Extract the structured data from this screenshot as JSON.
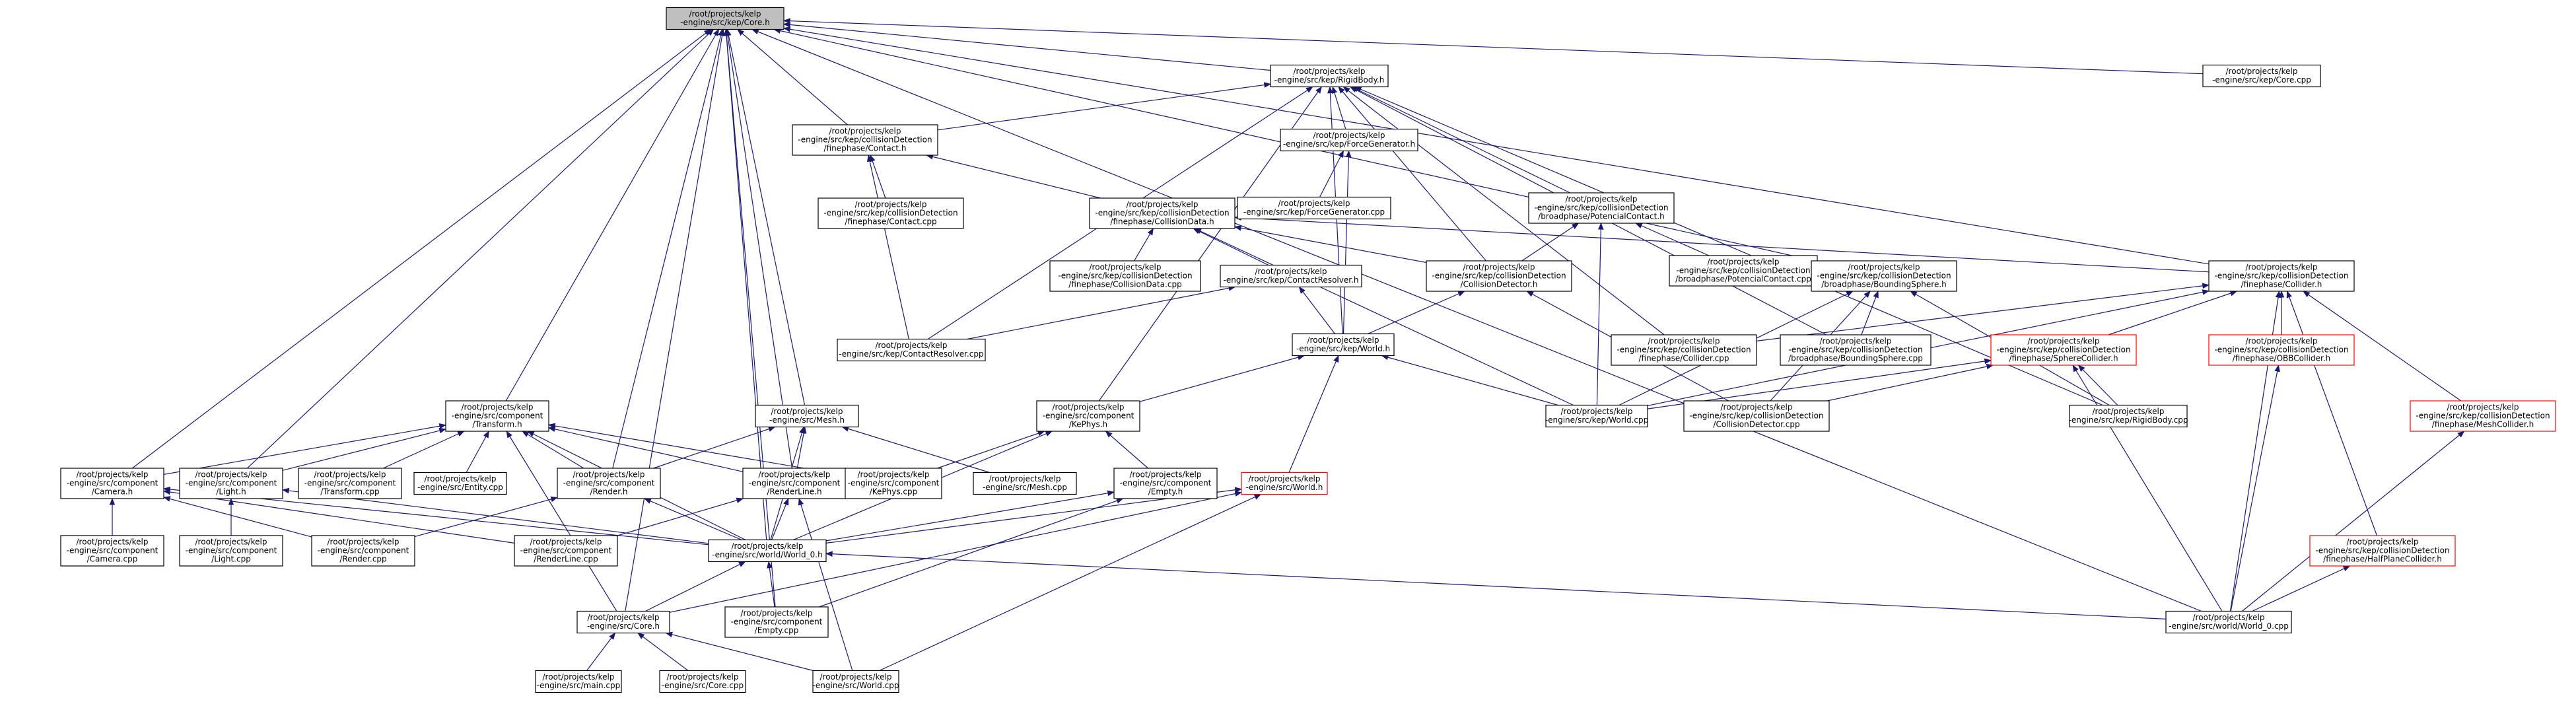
{
  "nodes": [
    {
      "id": "core_h",
      "lines": [
        "/root/projects/kelp",
        "-engine/src/kep/Core.h"
      ],
      "style": "focus"
    },
    {
      "id": "rigidbody_h",
      "lines": [
        "/root/projects/kelp",
        "-engine/src/kep/RigidBody.h"
      ],
      "style": "normal"
    },
    {
      "id": "kep_core_cpp",
      "lines": [
        "/root/projects/kelp",
        "-engine/src/kep/Core.cpp"
      ],
      "style": "normal"
    },
    {
      "id": "contact_h",
      "lines": [
        "/root/projects/kelp",
        "-engine/src/kep/collisionDetection",
        "/finephase/Contact.h"
      ],
      "style": "normal"
    },
    {
      "id": "forcegen_h",
      "lines": [
        "/root/projects/kelp",
        "-engine/src/kep/ForceGenerator.h"
      ],
      "style": "normal"
    },
    {
      "id": "contact_cpp",
      "lines": [
        "/root/projects/kelp",
        "-engine/src/kep/collisionDetection",
        "/finephase/Contact.cpp"
      ],
      "style": "normal"
    },
    {
      "id": "forcegen_cpp",
      "lines": [
        "/root/projects/kelp",
        "-engine/src/kep/ForceGenerator.cpp"
      ],
      "style": "normal"
    },
    {
      "id": "potcontact_h",
      "lines": [
        "/root/projects/kelp",
        "-engine/src/kep/collisionDetection",
        "/broadphase/PotencialContact.h"
      ],
      "style": "normal"
    },
    {
      "id": "colldata_h",
      "lines": [
        "/root/projects/kelp",
        "-engine/src/kep/collisionDetection",
        "/finephase/CollisionData.h"
      ],
      "style": "normal"
    },
    {
      "id": "colldata_cpp",
      "lines": [
        "/root/projects/kelp",
        "-engine/src/kep/collisionDetection",
        "/finephase/CollisionData.cpp"
      ],
      "style": "normal"
    },
    {
      "id": "contactresolver_h",
      "lines": [
        "/root/projects/kelp",
        "-engine/src/kep/ContactResolver.h"
      ],
      "style": "normal"
    },
    {
      "id": "colldetector_h",
      "lines": [
        "/root/projects/kelp",
        "-engine/src/kep/collisionDetection",
        "/CollisionDetector.h"
      ],
      "style": "normal"
    },
    {
      "id": "potcontact_cpp",
      "lines": [
        "/root/projects/kelp",
        "-engine/src/kep/collisionDetection",
        "/broadphase/PotencialContact.cpp"
      ],
      "style": "normal"
    },
    {
      "id": "boundsphere_h",
      "lines": [
        "/root/projects/kelp",
        "-engine/src/kep/collisionDetection",
        "/broadphase/BoundingSphere.h"
      ],
      "style": "normal"
    },
    {
      "id": "collider_h",
      "lines": [
        "/root/projects/kelp",
        "-engine/src/kep/collisionDetection",
        "/finephase/Collider.h"
      ],
      "style": "normal"
    },
    {
      "id": "contactresolver_cpp",
      "lines": [
        "/root/projects/kelp",
        "-engine/src/kep/ContactResolver.cpp"
      ],
      "style": "normal"
    },
    {
      "id": "kep_world_h",
      "lines": [
        "/root/projects/kelp",
        "-engine/src/kep/World.h"
      ],
      "style": "normal"
    },
    {
      "id": "collider_cpp",
      "lines": [
        "/root/projects/kelp",
        "-engine/src/kep/collisionDetection",
        "/finephase/Collider.cpp"
      ],
      "style": "normal"
    },
    {
      "id": "boundsphere_cpp",
      "lines": [
        "/root/projects/kelp",
        "-engine/src/kep/collisionDetection",
        "/broadphase/BoundingSphere.cpp"
      ],
      "style": "normal"
    },
    {
      "id": "spherecollider_h",
      "lines": [
        "/root/projects/kelp",
        "-engine/src/kep/collisionDetection",
        "/finephase/SphereCollider.h"
      ],
      "style": "red"
    },
    {
      "id": "obbcollider_h",
      "lines": [
        "/root/projects/kelp",
        "-engine/src/kep/collisionDetection",
        "/finephase/OBBCollider.h"
      ],
      "style": "red"
    },
    {
      "id": "transform_h",
      "lines": [
        "/root/projects/kelp",
        "-engine/src/component",
        "/Transform.h"
      ],
      "style": "normal"
    },
    {
      "id": "mesh_h",
      "lines": [
        "/root/projects/kelp",
        "-engine/src/Mesh.h"
      ],
      "style": "normal"
    },
    {
      "id": "kephys_h",
      "lines": [
        "/root/projects/kelp",
        "-engine/src/component",
        "/KePhys.h"
      ],
      "style": "normal"
    },
    {
      "id": "kep_world_cpp",
      "lines": [
        "/root/projects/kelp",
        "-engine/src/kep/World.cpp"
      ],
      "style": "normal"
    },
    {
      "id": "colldetector_cpp",
      "lines": [
        "/root/projects/kelp",
        "-engine/src/kep/collisionDetection",
        "/CollisionDetector.cpp"
      ],
      "style": "normal"
    },
    {
      "id": "rigidbody_cpp",
      "lines": [
        "/root/projects/kelp",
        "-engine/src/kep/RigidBody.cpp"
      ],
      "style": "normal"
    },
    {
      "id": "meshcollider_h",
      "lines": [
        "/root/projects/kelp",
        "-engine/src/kep/collisionDetection",
        "/finephase/MeshCollider.h"
      ],
      "style": "red"
    },
    {
      "id": "camera_h",
      "lines": [
        "/root/projects/kelp",
        "-engine/src/component",
        "/Camera.h"
      ],
      "style": "normal"
    },
    {
      "id": "light_h",
      "lines": [
        "/root/projects/kelp",
        "-engine/src/component",
        "/Light.h"
      ],
      "style": "normal"
    },
    {
      "id": "transform_cpp",
      "lines": [
        "/root/projects/kelp",
        "-engine/src/component",
        "/Transform.cpp"
      ],
      "style": "normal"
    },
    {
      "id": "entity_cpp",
      "lines": [
        "/root/projects/kelp",
        "-engine/src/Entity.cpp"
      ],
      "style": "normal"
    },
    {
      "id": "render_h",
      "lines": [
        "/root/projects/kelp",
        "-engine/src/component",
        "/Render.h"
      ],
      "style": "normal"
    },
    {
      "id": "renderline_h",
      "lines": [
        "/root/projects/kelp",
        "-engine/src/component",
        "/RenderLine.h"
      ],
      "style": "normal"
    },
    {
      "id": "kephys_cpp",
      "lines": [
        "/root/projects/kelp",
        "-engine/src/component",
        "/KePhys.cpp"
      ],
      "style": "normal"
    },
    {
      "id": "mesh_cpp",
      "lines": [
        "/root/projects/kelp",
        "-engine/src/Mesh.cpp"
      ],
      "style": "normal"
    },
    {
      "id": "empty_h",
      "lines": [
        "/root/projects/kelp",
        "-engine/src/component",
        "/Empty.h"
      ],
      "style": "normal"
    },
    {
      "id": "world_h",
      "lines": [
        "/root/projects/kelp",
        "-engine/src/World.h"
      ],
      "style": "red"
    },
    {
      "id": "camera_cpp",
      "lines": [
        "/root/projects/kelp",
        "-engine/src/component",
        "/Camera.cpp"
      ],
      "style": "normal"
    },
    {
      "id": "light_cpp",
      "lines": [
        "/root/projects/kelp",
        "-engine/src/component",
        "/Light.cpp"
      ],
      "style": "normal"
    },
    {
      "id": "render_cpp",
      "lines": [
        "/root/projects/kelp",
        "-engine/src/component",
        "/Render.cpp"
      ],
      "style": "normal"
    },
    {
      "id": "renderline_cpp",
      "lines": [
        "/root/projects/kelp",
        "-engine/src/component",
        "/RenderLine.cpp"
      ],
      "style": "normal"
    },
    {
      "id": "world0_h",
      "lines": [
        "/root/projects/kelp",
        "-engine/src/world/World_0.h"
      ],
      "style": "normal"
    },
    {
      "id": "halfplane_h",
      "lines": [
        "/root/projects/kelp",
        "-engine/src/kep/collisionDetection",
        "/finephase/HalfPlaneCollider.h"
      ],
      "style": "red"
    },
    {
      "id": "src_core_h",
      "lines": [
        "/root/projects/kelp",
        "-engine/src/Core.h"
      ],
      "style": "normal"
    },
    {
      "id": "empty_cpp",
      "lines": [
        "/root/projects/kelp",
        "-engine/src/component",
        "/Empty.cpp"
      ],
      "style": "normal"
    },
    {
      "id": "world0_cpp",
      "lines": [
        "/root/projects/kelp",
        "-engine/src/world/World_0.cpp"
      ],
      "style": "normal"
    },
    {
      "id": "main_cpp",
      "lines": [
        "/root/projects/kelp",
        "-engine/src/main.cpp"
      ],
      "style": "normal"
    },
    {
      "id": "src_core_cpp",
      "lines": [
        "/root/projects/kelp",
        "-engine/src/Core.cpp"
      ],
      "style": "normal"
    },
    {
      "id": "world_cpp",
      "lines": [
        "/root/projects/kelp",
        "-engine/src/World.cpp"
      ],
      "style": "normal"
    }
  ],
  "edges": [
    [
      "rigidbody_h",
      "core_h"
    ],
    [
      "kep_core_cpp",
      "core_h"
    ],
    [
      "contact_h",
      "core_h"
    ],
    [
      "transform_h",
      "core_h"
    ],
    [
      "mesh_h",
      "core_h"
    ],
    [
      "camera_h",
      "core_h"
    ],
    [
      "light_h",
      "core_h"
    ],
    [
      "render_h",
      "core_h"
    ],
    [
      "renderline_h",
      "core_h"
    ],
    [
      "src_core_h",
      "core_h"
    ],
    [
      "empty_cpp",
      "core_h"
    ],
    [
      "world0_h",
      "core_h"
    ],
    [
      "boundsphere_h",
      "core_h"
    ],
    [
      "collider_h",
      "core_h"
    ],
    [
      "world0_cpp",
      "core_h"
    ],
    [
      "contact_h",
      "rigidbody_h"
    ],
    [
      "forcegen_h",
      "rigidbody_h"
    ],
    [
      "potcontact_h",
      "rigidbody_h"
    ],
    [
      "colldetector_h",
      "rigidbody_h"
    ],
    [
      "kephys_h",
      "rigidbody_h"
    ],
    [
      "kep_world_h",
      "rigidbody_h"
    ],
    [
      "contactresolver_cpp",
      "rigidbody_h"
    ],
    [
      "collider_cpp",
      "rigidbody_h"
    ],
    [
      "boundsphere_cpp",
      "rigidbody_h"
    ],
    [
      "rigidbody_cpp",
      "rigidbody_h"
    ],
    [
      "contact_cpp",
      "contact_h"
    ],
    [
      "colldata_h",
      "contact_h"
    ],
    [
      "contactresolver_cpp",
      "contact_h"
    ],
    [
      "forcegen_cpp",
      "forcegen_h"
    ],
    [
      "kep_world_h",
      "forcegen_h"
    ],
    [
      "colldetector_h",
      "potcontact_h"
    ],
    [
      "potcontact_cpp",
      "potcontact_h"
    ],
    [
      "kep_world_cpp",
      "potcontact_h"
    ],
    [
      "colldata_cpp",
      "colldata_h"
    ],
    [
      "contactresolver_h",
      "colldata_h"
    ],
    [
      "colldetector_h",
      "colldata_h"
    ],
    [
      "collider_h",
      "colldata_h"
    ],
    [
      "kep_world_cpp",
      "colldata_h"
    ],
    [
      "contactresolver_cpp",
      "contactresolver_h"
    ],
    [
      "kep_world_h",
      "contactresolver_h"
    ],
    [
      "kep_world_h",
      "colldetector_h"
    ],
    [
      "colldetector_cpp",
      "colldetector_h"
    ],
    [
      "boundsphere_cpp",
      "boundsphere_h"
    ],
    [
      "colldetector_cpp",
      "boundsphere_h"
    ],
    [
      "kep_world_cpp",
      "boundsphere_h"
    ],
    [
      "rigidbody_cpp",
      "boundsphere_h"
    ],
    [
      "collider_cpp",
      "collider_h"
    ],
    [
      "spherecollider_h",
      "collider_h"
    ],
    [
      "obbcollider_h",
      "collider_h"
    ],
    [
      "meshcollider_h",
      "collider_h"
    ],
    [
      "halfplane_h",
      "collider_h"
    ],
    [
      "world0_cpp",
      "collider_h"
    ],
    [
      "kep_world_cpp",
      "collider_h"
    ],
    [
      "kephys_h",
      "kep_world_h"
    ],
    [
      "world_h",
      "kep_world_h"
    ],
    [
      "kep_world_cpp",
      "kep_world_h"
    ],
    [
      "colldetector_cpp",
      "spherecollider_h"
    ],
    [
      "rigidbody_cpp",
      "spherecollider_h"
    ],
    [
      "world0_cpp",
      "spherecollider_h"
    ],
    [
      "kep_world_cpp",
      "spherecollider_h"
    ],
    [
      "world0_cpp",
      "obbcollider_h"
    ],
    [
      "world0_cpp",
      "meshcollider_h"
    ],
    [
      "world0_cpp",
      "halfplane_h"
    ],
    [
      "camera_h",
      "transform_h"
    ],
    [
      "light_h",
      "transform_h"
    ],
    [
      "transform_cpp",
      "transform_h"
    ],
    [
      "entity_cpp",
      "transform_h"
    ],
    [
      "render_h",
      "transform_h"
    ],
    [
      "renderline_h",
      "transform_h"
    ],
    [
      "kephys_cpp",
      "transform_h"
    ],
    [
      "world0_h",
      "transform_h"
    ],
    [
      "src_core_h",
      "transform_h"
    ],
    [
      "render_h",
      "mesh_h"
    ],
    [
      "renderline_h",
      "mesh_h"
    ],
    [
      "mesh_cpp",
      "mesh_h"
    ],
    [
      "world0_h",
      "mesh_h"
    ],
    [
      "kephys_cpp",
      "kephys_h"
    ],
    [
      "empty_h",
      "kephys_h"
    ],
    [
      "world0_h",
      "kephys_h"
    ],
    [
      "camera_cpp",
      "camera_h"
    ],
    [
      "world0_h",
      "camera_h"
    ],
    [
      "render_cpp",
      "camera_h"
    ],
    [
      "renderline_cpp",
      "camera_h"
    ],
    [
      "light_cpp",
      "light_h"
    ],
    [
      "world0_h",
      "light_h"
    ],
    [
      "render_cpp",
      "render_h"
    ],
    [
      "world0_h",
      "render_h"
    ],
    [
      "renderline_cpp",
      "renderline_h"
    ],
    [
      "world0_h",
      "renderline_h"
    ],
    [
      "world_cpp",
      "renderline_h"
    ],
    [
      "empty_cpp",
      "empty_h"
    ],
    [
      "world0_h",
      "empty_h"
    ],
    [
      "world0_h",
      "world_h"
    ],
    [
      "src_core_h",
      "world_h"
    ],
    [
      "world_cpp",
      "world_h"
    ],
    [
      "src_core_h",
      "world0_h"
    ],
    [
      "empty_cpp",
      "world0_h"
    ],
    [
      "world0_cpp",
      "world0_h"
    ],
    [
      "main_cpp",
      "src_core_h"
    ],
    [
      "src_core_cpp",
      "src_core_h"
    ],
    [
      "world_cpp",
      "src_core_h"
    ]
  ],
  "colors": {
    "edge": "#191970",
    "red_border": "#ff0000",
    "focus_fill": "#bfbfbf"
  }
}
